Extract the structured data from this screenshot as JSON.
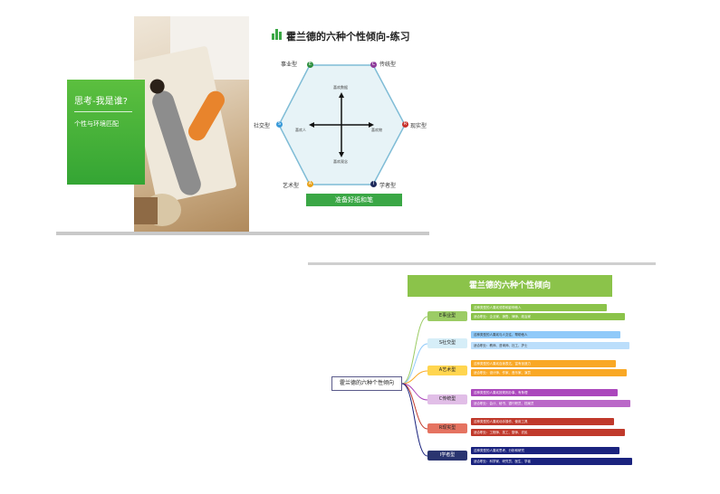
{
  "slide1": {
    "think_panel": {
      "title": "思考-我是谁?",
      "subtitle": "个性与环境匹配"
    },
    "title": "霍兰德的六种个性倾向-练习",
    "hexagon": {
      "types": [
        {
          "label": "事业型",
          "num": "E",
          "color": "#2f8f3f"
        },
        {
          "label": "传统型",
          "num": "C",
          "color": "#8e3a9a"
        },
        {
          "label": "现实型",
          "num": "R",
          "color": "#c8312b"
        },
        {
          "label": "学者型",
          "num": "I",
          "color": "#1f2a5c"
        },
        {
          "label": "艺术型",
          "num": "A",
          "color": "#e8a21b"
        },
        {
          "label": "社交型",
          "num": "S",
          "color": "#3a9ad9"
        }
      ],
      "axis_labels": {
        "top": "喜欢数据",
        "bottom": "喜欢观念",
        "left": "喜欢人",
        "right": "喜欢物"
      }
    },
    "prepare_button": "准备好纸和笔"
  },
  "slide2": {
    "title": "霍兰德的六种个性倾向",
    "center": "霍兰德的六种个性倾向",
    "branches": [
      {
        "label": "E事业型",
        "color": "#9ccc65",
        "desc_color": "#8bc34a",
        "desc": [
          "这种类型的人喜欢领导和影响他人",
          "适合职业：企业家、销售、律师、政治家"
        ]
      },
      {
        "label": "S社交型",
        "color": "#d6eef8",
        "desc_color": "#90caf9",
        "desc": [
          "这种类型的人喜欢与人交往、帮助他人",
          "适合职业：教师、咨询师、社工、护士"
        ]
      },
      {
        "label": "A艺术型",
        "color": "#ffd54f",
        "desc_color": "#f9a825",
        "desc": [
          "这种类型的人喜欢自我表达、富有创造力",
          "适合职业：设计师、作家、音乐家、演员"
        ]
      },
      {
        "label": "C传统型",
        "color": "#e1bee7",
        "desc_color": "#ab47bc",
        "desc": [
          "这种类型的人喜欢按规则办事、有条理",
          "适合职业：会计、秘书、银行职员、档案员"
        ]
      },
      {
        "label": "R现实型",
        "color": "#e57361",
        "desc_color": "#c0392b",
        "desc": [
          "这种类型的人喜欢动手操作、使用工具",
          "适合职业：工程师、技工、厨师、农民"
        ]
      },
      {
        "label": "I学者型",
        "color": "#2a3570",
        "desc_color": "#1a237e",
        "desc": [
          "这种类型的人喜欢思考、分析和研究",
          "适合职业：科学家、研究员、医生、学者"
        ]
      }
    ]
  }
}
